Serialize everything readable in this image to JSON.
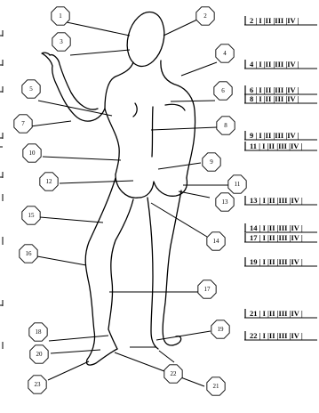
{
  "markers": [
    {
      "num": "1"
    },
    {
      "num": "2"
    },
    {
      "num": "3"
    },
    {
      "num": "4"
    },
    {
      "num": "5"
    },
    {
      "num": "6"
    },
    {
      "num": "7"
    },
    {
      "num": "8"
    },
    {
      "num": "9"
    },
    {
      "num": "10"
    },
    {
      "num": "11"
    },
    {
      "num": "12"
    },
    {
      "num": "13"
    },
    {
      "num": "14"
    },
    {
      "num": "15"
    },
    {
      "num": "16"
    },
    {
      "num": "17"
    },
    {
      "num": "18"
    },
    {
      "num": "19"
    },
    {
      "num": "20"
    },
    {
      "num": "21"
    },
    {
      "num": "22"
    },
    {
      "num": "23"
    }
  ],
  "grade_rows": [
    {
      "text": "2 | I |II |III |IV |"
    },
    {
      "text": "4 | I |II |III |IV |"
    },
    {
      "text": "6 | I |II |III |IV |"
    },
    {
      "text": "8 | I |II |III |IV |"
    },
    {
      "text": "9 | I |II |III |IV |"
    },
    {
      "text": "11 | I |II |III |IV |"
    },
    {
      "text": "13 | I |II |III |IV |"
    },
    {
      "text": "14 | I |II |III |IV |"
    },
    {
      "text": "17 | I |II |III |IV |"
    },
    {
      "text": "19 | I |II |III |IV |"
    },
    {
      "text": "21 | I |II |III |IV |"
    },
    {
      "text": "22 | I |II |III |IV |"
    }
  ]
}
